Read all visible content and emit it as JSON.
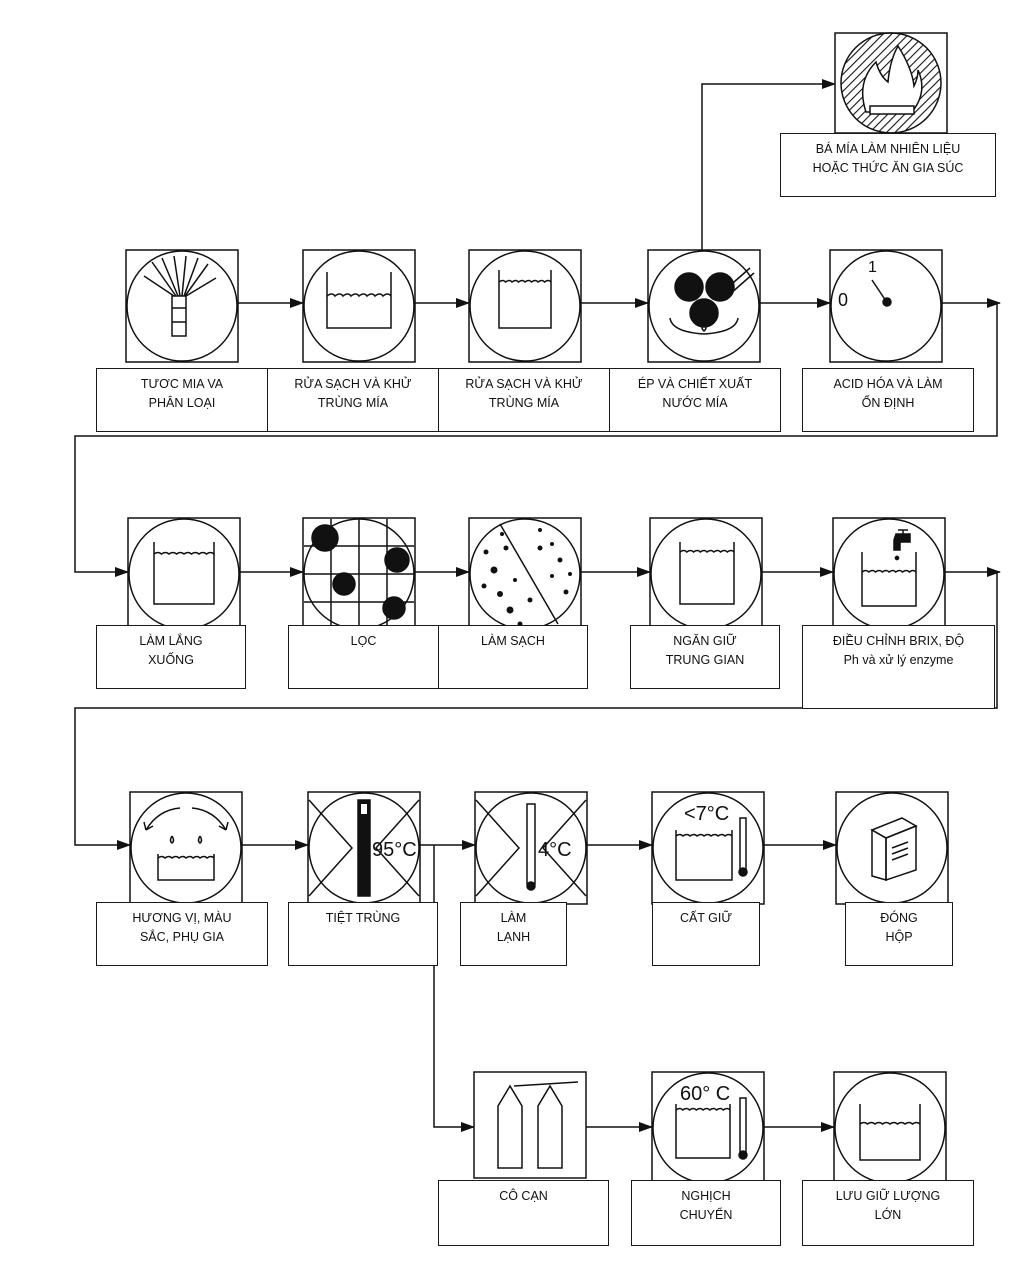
{
  "steps": {
    "bagasse": [
      "BÁ MÍA LÀM NHIÊN LIỆU",
      "HOẶC THỨC ĂN GIA SÚC"
    ],
    "harvest": [
      "TƯƠC MIA VA",
      "PHÂN LOẠI"
    ],
    "wash1": [
      "RỬA SẠCH VÀ KHỬ",
      "TRÙNG MÍA"
    ],
    "wash2": [
      "RỬA SẠCH VÀ KHỬ",
      "TRÙNG MÍA"
    ],
    "press": [
      "ÉP VÀ CHIẾT XUẤT",
      "NƯỚC MÍA"
    ],
    "acid": [
      "ACID HÓA VÀ LÀM",
      "ỔN ĐỊNH"
    ],
    "settle": [
      "LÀM LẮNG",
      "XUỐNG"
    ],
    "filter": [
      "LỌC"
    ],
    "clean": [
      "LÀM SẠCH"
    ],
    "hold": [
      "NGĂN GIỮ",
      "TRUNG GIAN"
    ],
    "brix": [
      "ĐIỀU CHỈNH BRIX, ĐỘ",
      "Ph và xử lý enzyme"
    ],
    "flavor": [
      "HƯƠNG VỊ, MÀU",
      "SẮC, PHỤ GIA"
    ],
    "sterilize": [
      "TIỆT TRÙNG"
    ],
    "cool": [
      "LÀM",
      "LẠNH"
    ],
    "store": [
      "CẤT GIỮ"
    ],
    "can": [
      "ĐÓNG",
      "HỘP"
    ],
    "evaporate": [
      "CÔ CẠN"
    ],
    "invert": [
      "NGHỊCH",
      "CHUYỂN"
    ],
    "bulk": [
      "LƯU GIỮ LƯỢNG",
      "LỚN"
    ]
  },
  "icon_text": {
    "press_gauge_zero": "0",
    "press_gauge_one": "1",
    "sterilize_temp": "95°C",
    "cool_temp": "4°C",
    "store_temp": "<7°C",
    "invert_temp": "60° C"
  }
}
